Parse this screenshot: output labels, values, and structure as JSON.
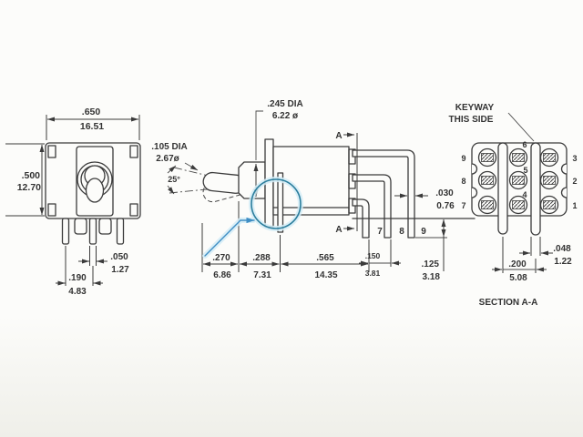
{
  "front_view": {
    "width_in": ".650",
    "width_mm": "16.51",
    "height_in": ".500",
    "height_mm": "12.70",
    "pin_width_in": ".050",
    "pin_width_mm": "1.27",
    "pin_spacing_in": ".190",
    "pin_spacing_mm": "4.83"
  },
  "side_view": {
    "lever_dia_in": ".105 DIA",
    "lever_dia_mm": "2.67ø",
    "throw_angle": "25°",
    "bushing_dia_in": ".245 DIA",
    "bushing_dia_mm": "6.22 ø",
    "section_letter_top": "A",
    "section_letter_bottom": "A",
    "pin_thickness_in": ".030",
    "pin_thickness_mm": "0.76",
    "pin_labels": [
      "7",
      "8",
      "9"
    ],
    "dim_lever_in": ".270",
    "dim_lever_mm": "6.86",
    "dim_bushing_in": ".288",
    "dim_bushing_mm": "7.31",
    "dim_body_in": ".565",
    "dim_body_mm": "14.35",
    "dim_pitch_in": ".150",
    "dim_pitch_mm": "3.81",
    "dim_standoff_in": ".125",
    "dim_standoff_mm": "3.18"
  },
  "section_view": {
    "keyway_note_line1": "KEYWAY",
    "keyway_note_line2": "THIS SIDE",
    "pins_left": [
      "9",
      "8",
      "7"
    ],
    "pins_middle": [
      "6",
      "5",
      "4"
    ],
    "pins_right": [
      "3",
      "2",
      "1"
    ],
    "post_width_in": ".048",
    "post_width_mm": "1.22",
    "post_spacing_in": ".200",
    "post_spacing_mm": "5.08",
    "caption": "SECTION A-A"
  },
  "colors": {
    "line": "#3b3b3b",
    "text": "#333333",
    "accent_circle": "#2a7d9c",
    "accent_arrow": "#3f8ec4"
  }
}
